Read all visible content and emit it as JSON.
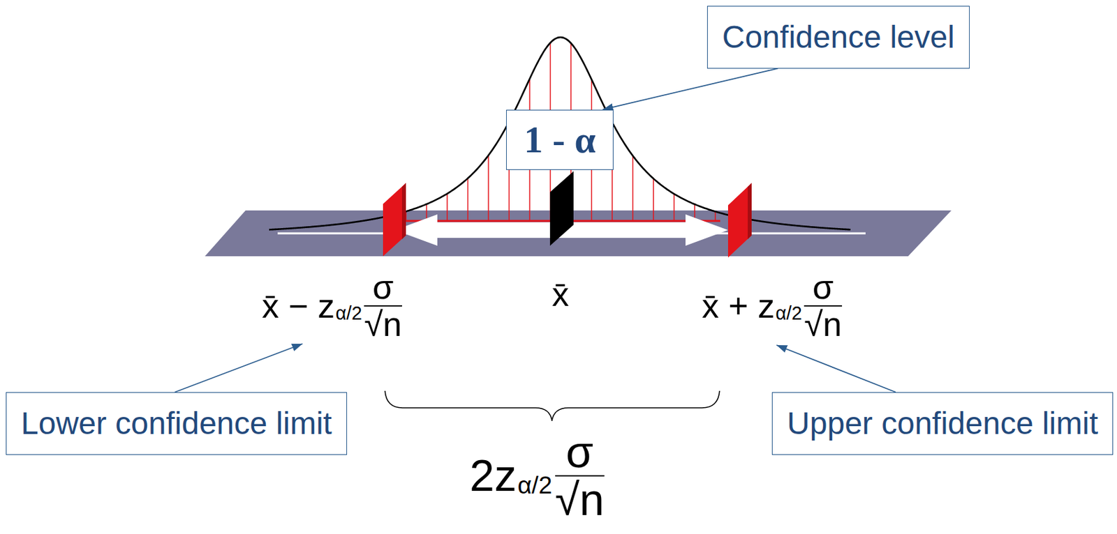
{
  "diagram": {
    "nodes": [
      {
        "text": [
          "Confidence level"
        ]
      },
      {
        "text": [
          "1 - α"
        ]
      },
      {
        "text": [
          "Lower confidence limit"
        ]
      },
      {
        "text": [
          "Upper confidence limit"
        ]
      }
    ],
    "edges": [
      {
        "from": 0,
        "to": 1,
        "arrow": "to"
      }
    ],
    "labels": [
      "x̄ − z",
      "α/2",
      "σ",
      "√n",
      "x̄",
      "x̄ + z",
      "α/2",
      "σ",
      "√n",
      "2z",
      "α/2",
      "σ",
      "√n"
    ]
  }
}
